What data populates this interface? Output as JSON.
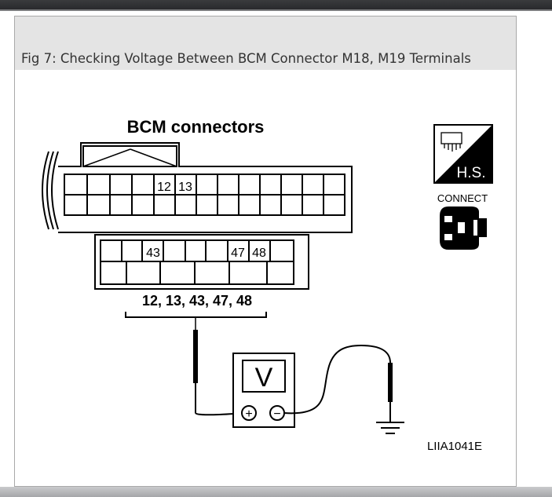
{
  "caption": "Fig 7: Checking Voltage Between BCM Connector M18, M19 Terminals",
  "diagram": {
    "title": "BCM connectors",
    "upper_connector_pins": [
      "12",
      "13"
    ],
    "lower_connector_pins": [
      "43",
      "47",
      "48"
    ],
    "terminal_list": "12, 13, 43, 47, 48",
    "meter_label": "V",
    "positive_symbol": "+",
    "negative_symbol": "−",
    "harness_side_label": "H.S.",
    "connect_label": "CONNECT",
    "reference_code": "LIIA1041E",
    "icons": [
      "harness-side-icon",
      "connector-icon",
      "ground-icon",
      "voltmeter-icon",
      "probe-icon"
    ]
  }
}
